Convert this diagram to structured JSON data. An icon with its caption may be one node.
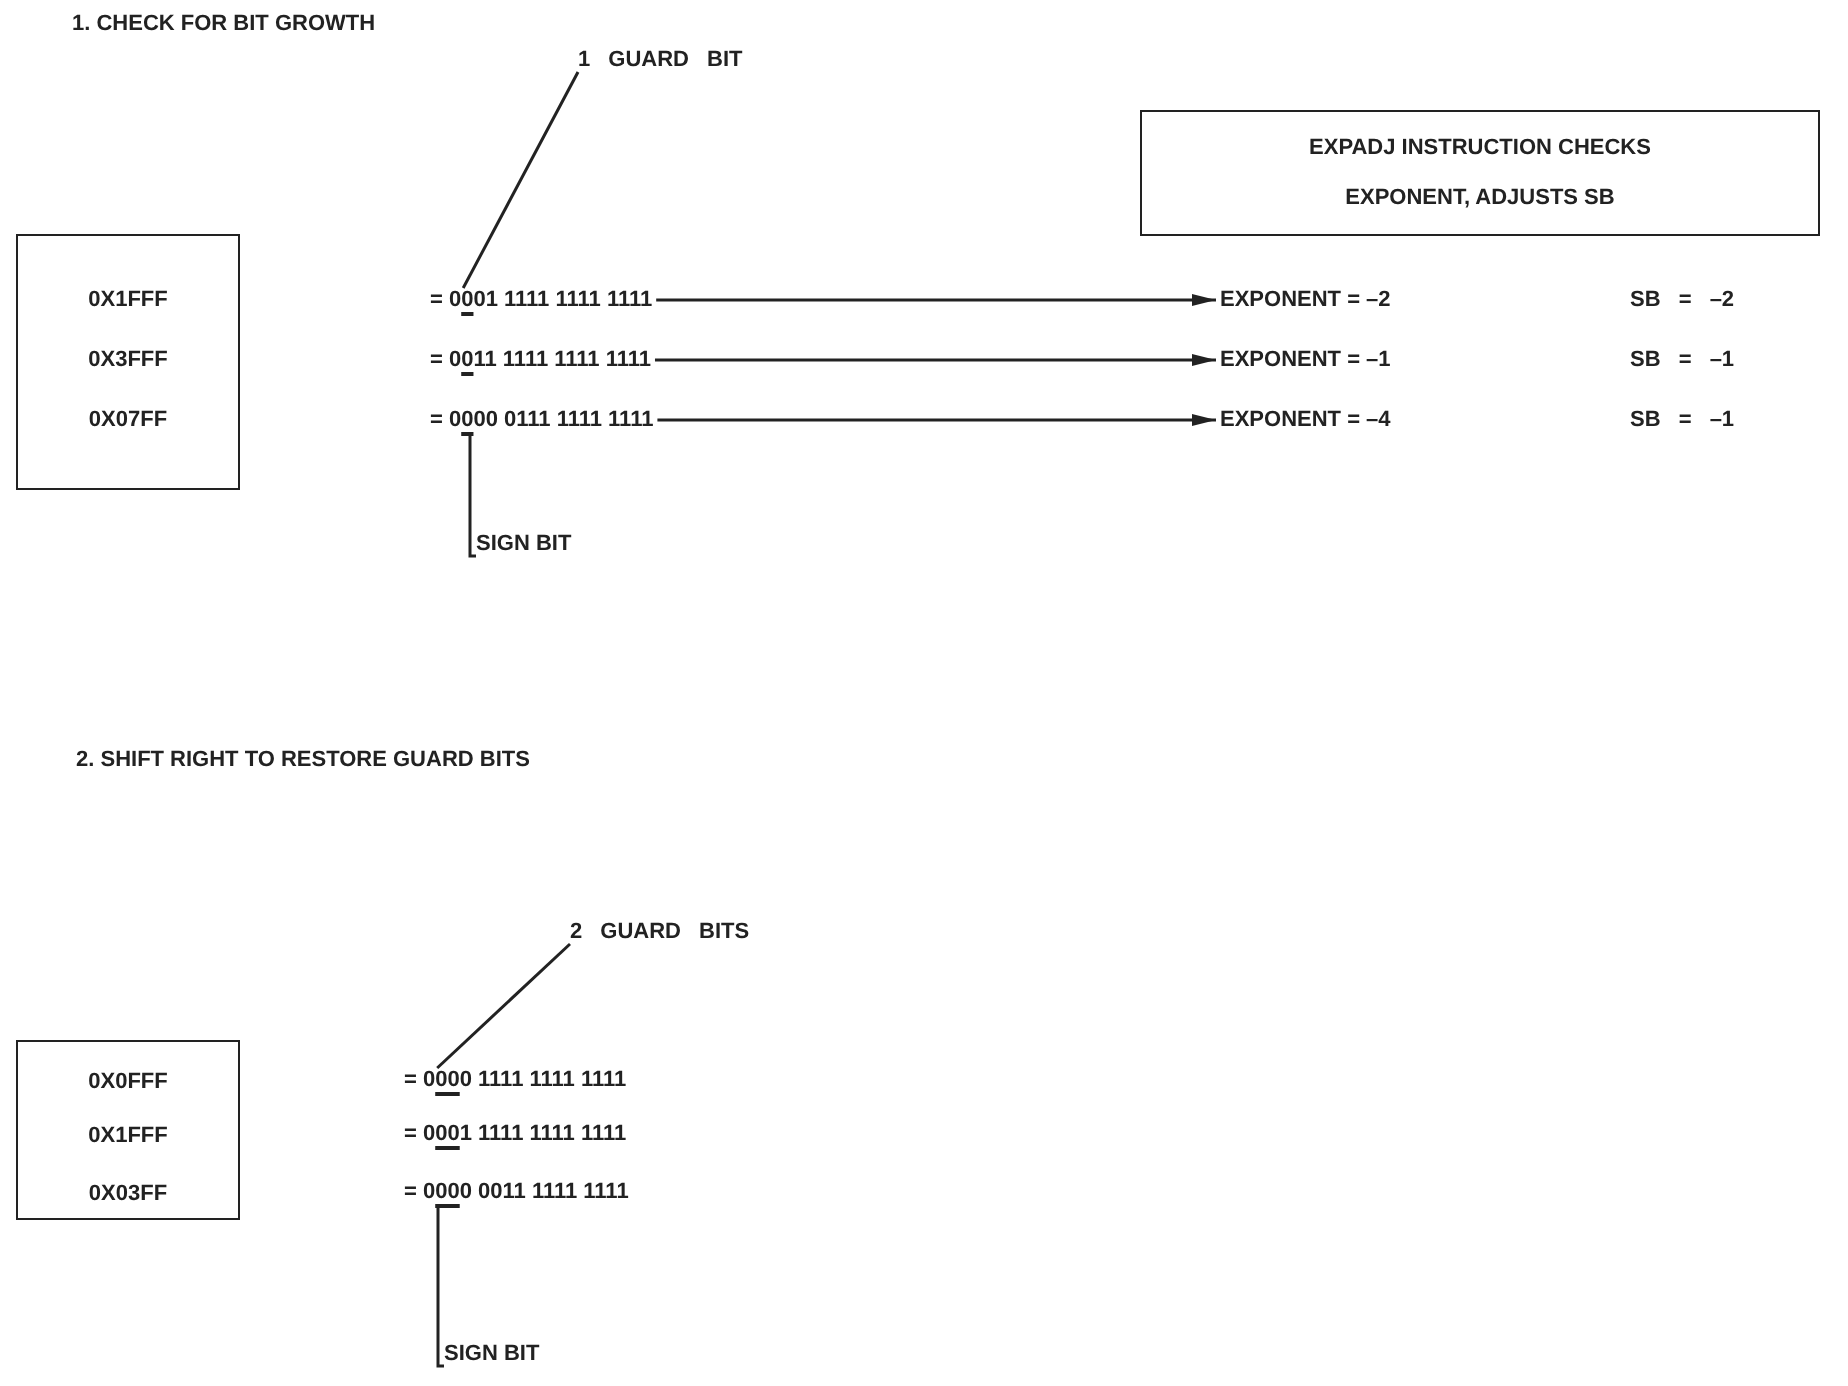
{
  "diagram": {
    "nodes": [
      {
        "text": [
          "0X1FFF",
          "0X3FFF",
          "0X07FF"
        ]
      },
      {
        "text": [
          "1 GUARD BIT"
        ]
      },
      {
        "text": [
          "EXPADJ INSTRUCTION CHECKS EXPONENT, ADJUSTS SB"
        ]
      },
      {
        "text": [
          "= 0001 1111 1111 1111"
        ]
      },
      {
        "text": [
          "= 0011 1111 1111 1111"
        ]
      },
      {
        "text": [
          "= 0000 0111 1111 1111"
        ]
      },
      {
        "text": [
          "EXPONENT = –2",
          "SB = –2"
        ]
      },
      {
        "text": [
          "EXPONENT = –1",
          "SB = –1"
        ]
      },
      {
        "text": [
          "EXPONENT = –4",
          "SB = –1"
        ]
      },
      {
        "text": [
          "SIGN BIT"
        ]
      },
      {
        "text": [
          "0X0FFF",
          "0X1FFF",
          "0X03FF"
        ]
      },
      {
        "text": [
          "2 GUARD BITS"
        ]
      },
      {
        "text": [
          "= 0000 1111 1111 1111"
        ]
      },
      {
        "text": [
          "= 0001 1111 1111 1111"
        ]
      },
      {
        "text": [
          "= 0000 0011 1111 1111"
        ]
      },
      {
        "text": [
          "SIGN BIT"
        ]
      }
    ],
    "edges": [
      {
        "from": 1,
        "to": 3,
        "arrow": "none"
      },
      {
        "from": 3,
        "to": 6,
        "arrow": "to"
      },
      {
        "from": 4,
        "to": 7,
        "arrow": "to"
      },
      {
        "from": 5,
        "to": 8,
        "arrow": "to"
      },
      {
        "from": 9,
        "to": 5,
        "arrow": "none"
      },
      {
        "from": 11,
        "to": 12,
        "arrow": "none"
      },
      {
        "from": 15,
        "to": 14,
        "arrow": "none"
      }
    ],
    "labels": [
      "1. CHECK FOR BIT GROWTH",
      "2. SHIFT RIGHT TO RESTORE GUARD BITS"
    ]
  }
}
